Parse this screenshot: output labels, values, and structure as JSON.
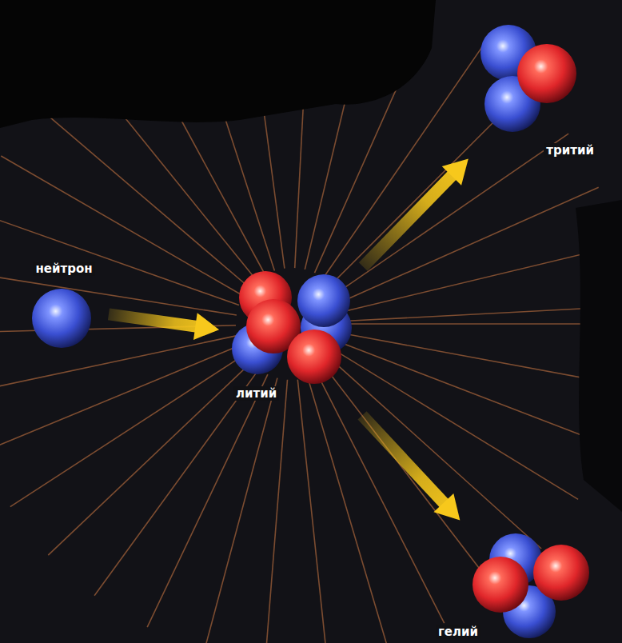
{
  "diagram": {
    "nodes": [
      {
        "text": [
          "нейтрон"
        ]
      },
      {
        "text": [
          "литий"
        ]
      },
      {
        "text": [
          "тритий"
        ]
      },
      {
        "text": [
          "гелий"
        ]
      }
    ],
    "edges": [
      {
        "from": 0,
        "to": 1,
        "arrow": "to"
      },
      {
        "from": 1,
        "to": 2,
        "arrow": "to"
      },
      {
        "from": 1,
        "to": 3,
        "arrow": "to"
      }
    ]
  }
}
